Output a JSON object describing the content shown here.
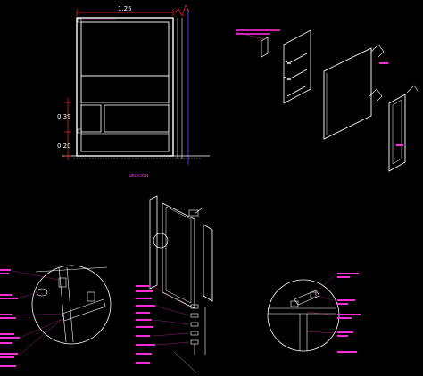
{
  "section": {
    "caption": "SECCION",
    "dims": {
      "width": "1.25",
      "h1": "0.39",
      "h2": "0.20"
    }
  },
  "palette": {
    "background": "#000000",
    "line": "#ffffff",
    "dimension": "#ff2020",
    "axis": "#3b3bff",
    "annotation": "#ff2bd6",
    "hatch": "#9a9a9a"
  }
}
